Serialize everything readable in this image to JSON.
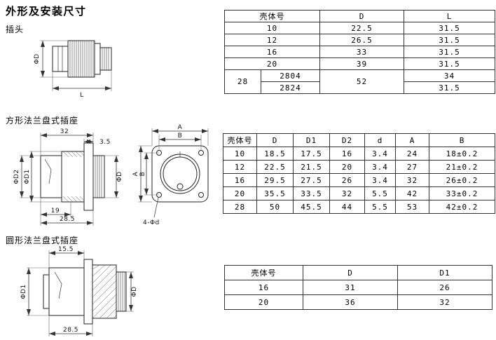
{
  "page": {
    "title": "外形及安装尺寸",
    "plug_section_label": "插头",
    "square_section_label": "方形法兰盘式插座",
    "round_section_label": "圆形法兰盘式插座"
  },
  "drawings": {
    "plug": {
      "phi_d": "ΦD",
      "length": "L"
    },
    "square_side": {
      "width_32": "32",
      "flange_3_5": "3.5",
      "phi_d2": "ΦD2",
      "phi_d1": "ΦD1",
      "phi_d": "ΦD",
      "width_19": "19",
      "width_28_5": "28.5"
    },
    "square_front": {
      "dim_a_top": "A",
      "dim_b_top": "B",
      "dim_a_left": "A",
      "dim_b_left": "B",
      "holes_label": "4-Φd"
    },
    "round": {
      "width_15_5": "15.5",
      "phi_d1": "ΦD1",
      "phi_d": "ΦD",
      "width_28_5": "28.5"
    }
  },
  "tables": {
    "plug": {
      "headers": [
        "壳体号",
        "D",
        "L"
      ],
      "rows": [
        [
          "10",
          "22.5",
          "31.5"
        ],
        [
          "12",
          "26.5",
          "31.5"
        ],
        [
          "16",
          "33",
          "31.5"
        ],
        [
          "20",
          "39",
          "31.5"
        ]
      ],
      "row28": {
        "shell": "28",
        "variants": [
          "2804",
          "2824"
        ],
        "d": "52",
        "l": [
          "34",
          "31.5"
        ]
      }
    },
    "square": {
      "headers": [
        "壳体号",
        "D",
        "D1",
        "D2",
        "d",
        "A",
        "B"
      ],
      "rows": [
        [
          "10",
          "18.5",
          "17.5",
          "16",
          "3.4",
          "24",
          "18±0.2"
        ],
        [
          "12",
          "22.5",
          "21.5",
          "20",
          "3.4",
          "27",
          "21±0.2"
        ],
        [
          "16",
          "29.5",
          "27.5",
          "26",
          "3.4",
          "32",
          "26±0.2"
        ],
        [
          "20",
          "35.5",
          "33.5",
          "32",
          "5.5",
          "42",
          "33±0.2"
        ],
        [
          "28",
          "50",
          "45.5",
          "44",
          "5.5",
          "53",
          "42±0.2"
        ]
      ]
    },
    "round": {
      "headers": [
        "壳体号",
        "D",
        "D1"
      ],
      "rows": [
        [
          "16",
          "31",
          "26"
        ],
        [
          "20",
          "36",
          "32"
        ]
      ]
    }
  }
}
